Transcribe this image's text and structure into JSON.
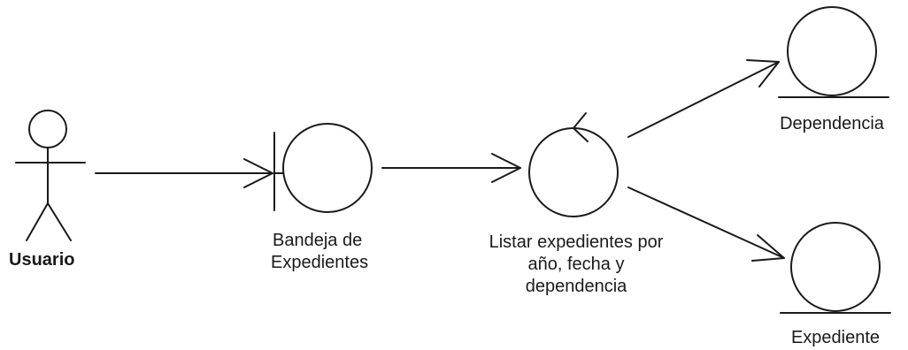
{
  "diagram": {
    "actor_label": "Usuario",
    "boundary_label_line1": "Bandeja de",
    "boundary_label_line2": "Expedientes",
    "control_label_line1": "Listar expedientes por",
    "control_label_line2": "año, fecha y",
    "control_label_line3": "dependencia",
    "entity_top_label": "Dependencia",
    "entity_bottom_label": "Expediente"
  },
  "colors": {
    "stroke": "#1a1a1a",
    "background": "#ffffff"
  }
}
